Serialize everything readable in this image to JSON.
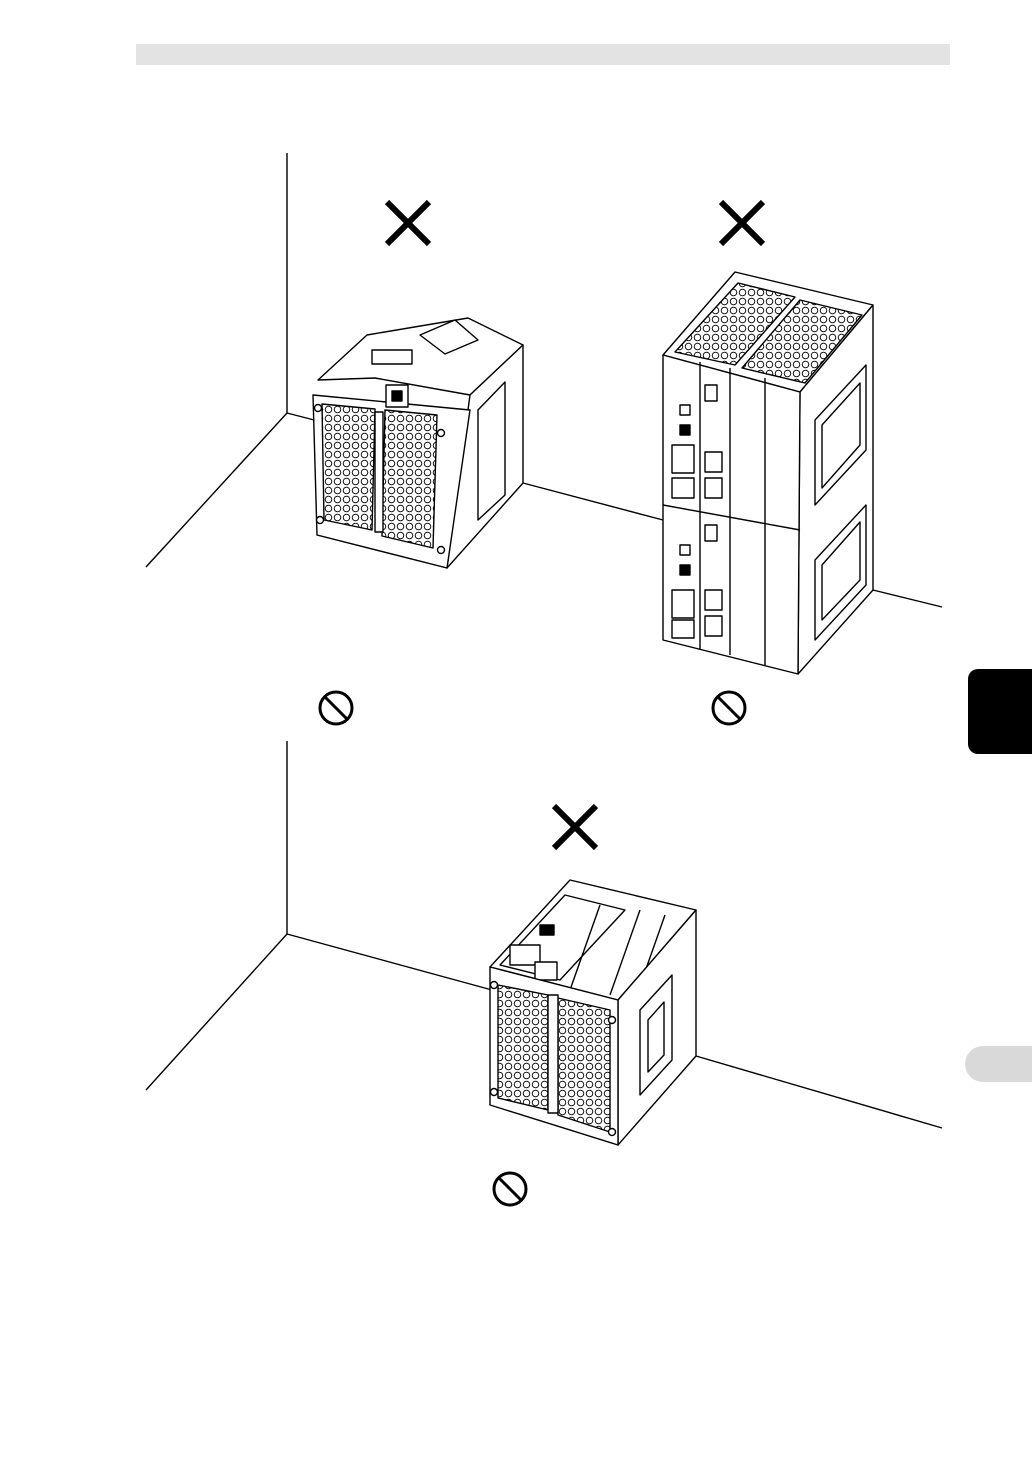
{
  "page": {
    "chapter_tab_label": "",
    "page_number": ""
  },
  "figures": [
    {
      "id": "top",
      "panels": [
        {
          "device": "power-supply-unit-rear-view",
          "marks": [
            "cross",
            "prohibited"
          ]
        },
        {
          "device": "stacked-modules",
          "marks": [
            "cross",
            "prohibited"
          ]
        }
      ]
    },
    {
      "id": "bottom",
      "panels": [
        {
          "device": "module-tilted",
          "marks": [
            "cross",
            "prohibited"
          ]
        }
      ]
    }
  ],
  "icons": {
    "cross": "cross-mark-icon",
    "prohibited": "prohibited-sign-icon"
  },
  "colors": {
    "line": "#000000",
    "header_bar": "#e3e3e3",
    "tab": "#000000",
    "page_pill": "#d9d9d9"
  }
}
